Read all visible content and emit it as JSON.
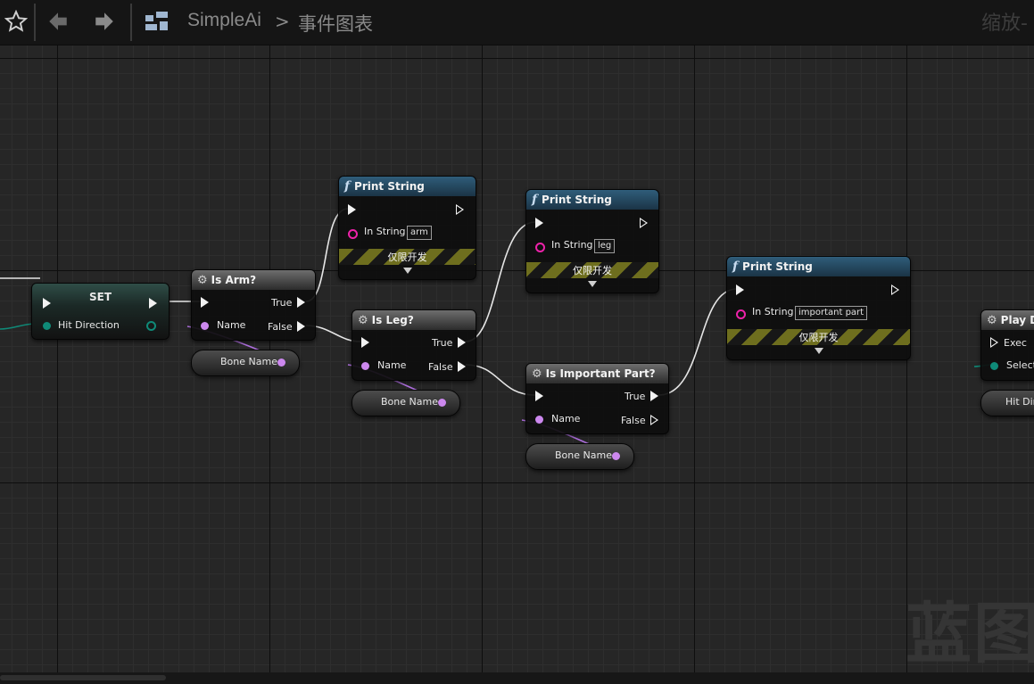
{
  "toolbar": {
    "app_name": "SimpleAi",
    "separator": ">",
    "graph_name": "事件图表",
    "zoom_label": "缩放-"
  },
  "watermark": "蓝图",
  "nodes": {
    "set": {
      "title": "SET",
      "pin_hit_direction": "Hit Direction"
    },
    "is_arm": {
      "title": "Is Arm?",
      "pin_name": "Name",
      "pin_true": "True",
      "pin_false": "False"
    },
    "is_leg": {
      "title": "Is Leg?",
      "pin_name": "Name",
      "pin_true": "True",
      "pin_false": "False"
    },
    "is_important": {
      "title": "Is Important Part?",
      "pin_name": "Name",
      "pin_true": "True",
      "pin_false": "False"
    },
    "print_arm": {
      "title": "Print String",
      "pin_in_string": "In String",
      "in_string_value": "arm",
      "dev_only": "仅限开发"
    },
    "print_leg": {
      "title": "Print String",
      "pin_in_string": "In String",
      "in_string_value": "leg",
      "dev_only": "仅限开发"
    },
    "print_important": {
      "title": "Print String",
      "pin_in_string": "In String",
      "in_string_value": "important part",
      "dev_only": "仅限开发"
    },
    "play": {
      "title": "Play D",
      "pin_exec": "Exec",
      "pin_select": "Select"
    }
  },
  "variables": {
    "bone_name_1": "Bone Name",
    "bone_name_2": "Bone Name",
    "bone_name_3": "Bone Name",
    "hit_direction": "Hit Dir"
  },
  "colors": {
    "exec_wire": "#e6e6e6",
    "name_wire": "#b070e0",
    "vector_wire": "#0f8a78",
    "function_header": "#2f5d7a",
    "pure_header": "#5a5a5a"
  }
}
